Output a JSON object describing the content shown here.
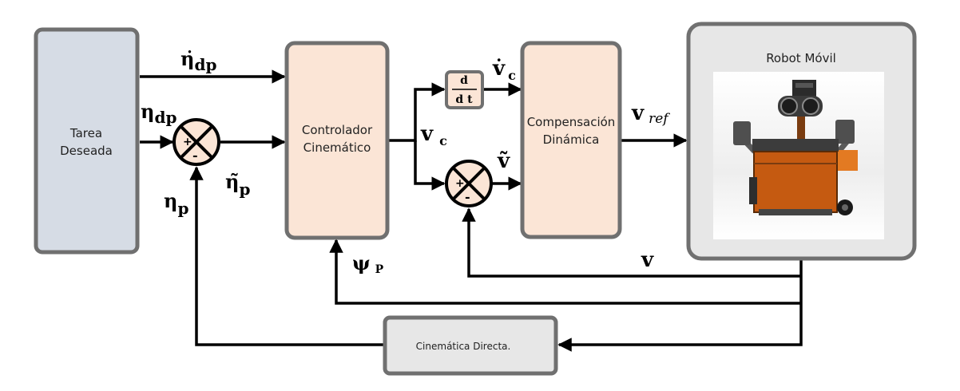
{
  "blocks": {
    "task": {
      "line1": "Tarea",
      "line2": "Deseada"
    },
    "controller": {
      "line1": "Controlador",
      "line2": "Cinemático"
    },
    "derivative": {
      "num": "d",
      "den": "d t"
    },
    "compensation": {
      "line1": "Compensación",
      "line2": "Dinámica"
    },
    "robot": {
      "title": "Robot Móvil"
    },
    "kinematics": {
      "label": "Cinemática Directa."
    }
  },
  "signals": {
    "eta_dp_dot": {
      "sym": "η̇",
      "sub": "dp"
    },
    "eta_dp": {
      "sym": "η",
      "sub": "dp"
    },
    "eta_p": {
      "sym": "η",
      "sub": "p"
    },
    "eta_p_tilde": {
      "sym": "η̃",
      "sub": "p"
    },
    "psi_p": {
      "sym": "ψ",
      "sub": "P"
    },
    "v_c": {
      "sym": "v",
      "sub": "c"
    },
    "v_c_dot": {
      "sym": "v̇",
      "sub": "c"
    },
    "v_tilde": {
      "sym": "ṽ"
    },
    "v_ref": {
      "sym": "v",
      "sub": "ref"
    },
    "v": {
      "sym": "v"
    }
  },
  "sum_signs": {
    "plus": "+",
    "minus": "-"
  },
  "colors": {
    "task_fill": "#d6dce5",
    "block_fill": "#fbe5d6",
    "robot_fill": "#e7e7e7",
    "kin_fill": "#e7e7e7",
    "border": "#707070",
    "wire": "#000000",
    "robot_body": "#c55a11"
  }
}
